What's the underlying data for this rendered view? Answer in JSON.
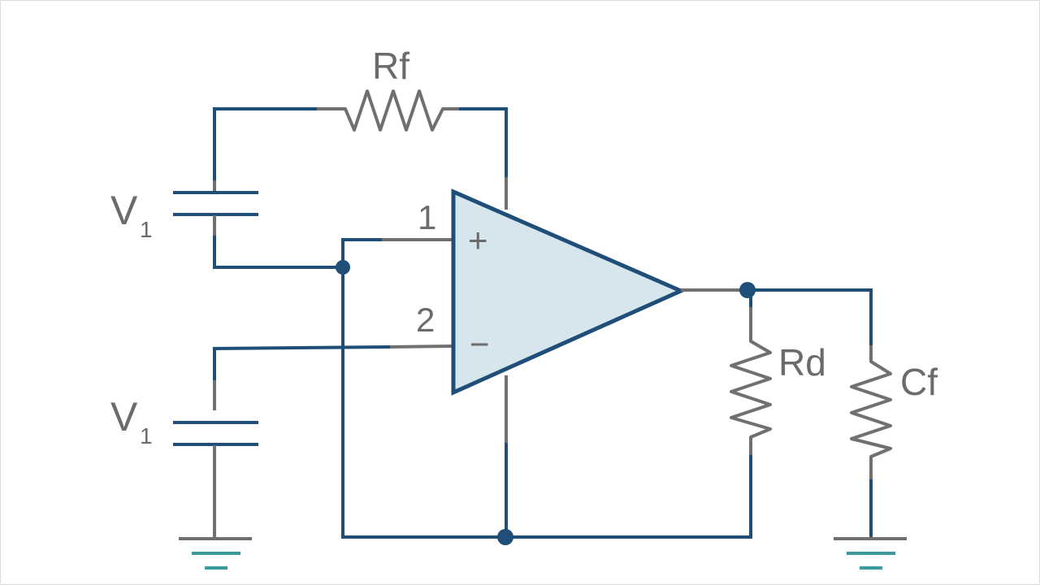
{
  "diagram": {
    "labels": {
      "rf": "Rf",
      "v_top": "V",
      "v_top_sub": "1",
      "v_bottom": "V",
      "v_bottom_sub": "1",
      "pin1": "1",
      "pin2": "2",
      "plus": "+",
      "minus": "−",
      "rd": "Rd",
      "cf": "Cf"
    },
    "colors": {
      "wire": "#1f4e79",
      "component": "#707070",
      "opamp_fill": "#d6e6ec",
      "ground_accent": "#3d9a9a",
      "label": "#6b6b6b"
    }
  }
}
